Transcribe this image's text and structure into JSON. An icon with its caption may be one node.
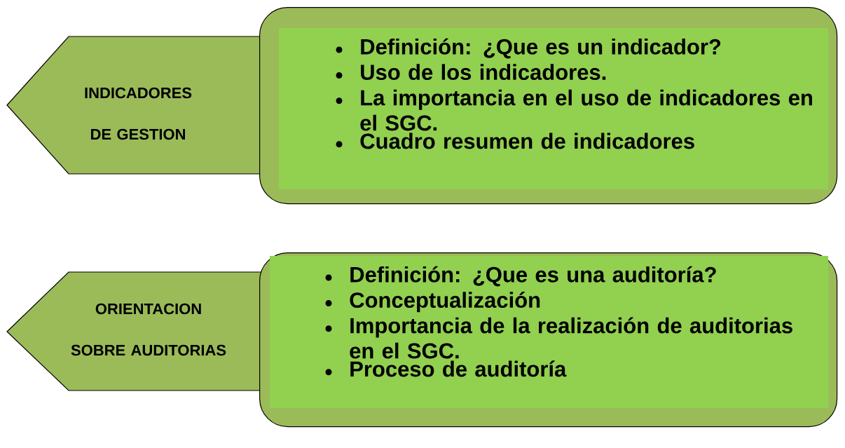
{
  "diagram": {
    "nodes": [
      {
        "text": [
          "INDICADORES DE GESTION"
        ]
      },
      {
        "text": [
          "Definición: ¿Que es un indicador?",
          "Uso de los indicadores.",
          "La importancia en el uso de indicadores en el SGC.",
          "Cuadro resumen de indicadores"
        ]
      },
      {
        "text": [
          "ORIENTACION SOBRE AUDITORIAS"
        ]
      },
      {
        "text": [
          "Definición: ¿Que es una auditoría?",
          "Conceptualización",
          "Importancia de la realización de auditorias en el SGC.",
          "Proceso de auditoría"
        ]
      }
    ]
  }
}
